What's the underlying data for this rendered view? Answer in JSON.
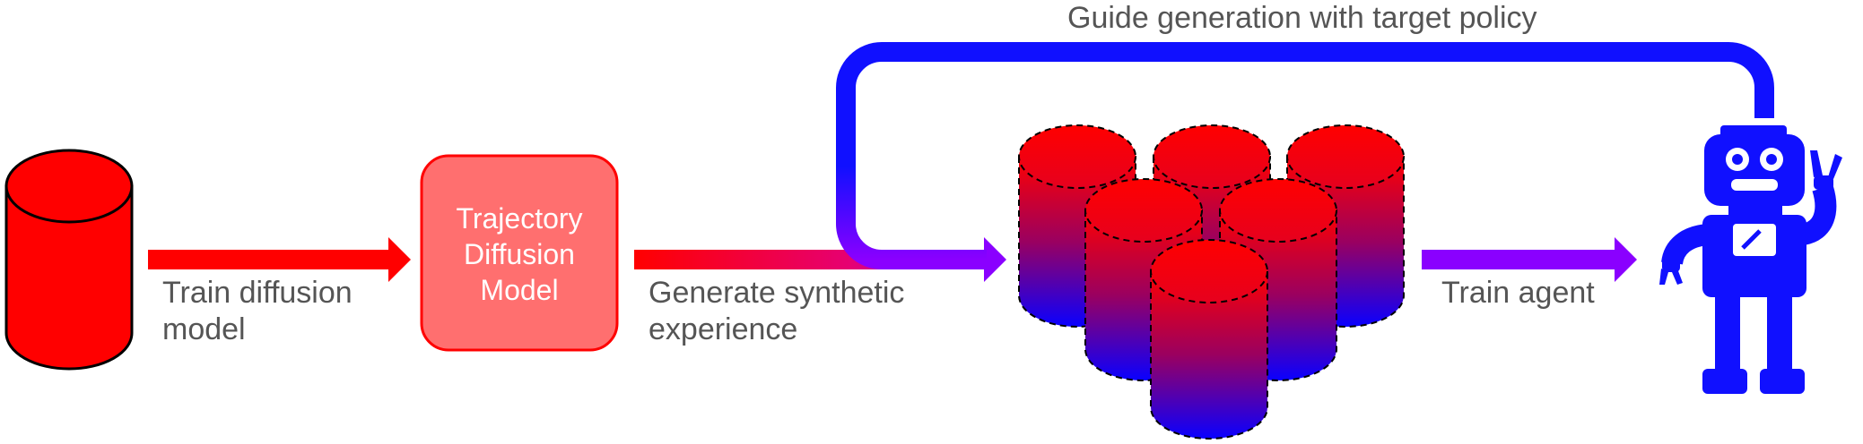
{
  "diagram": {
    "model_box": {
      "line1": "Trajectory",
      "line2": "Diffusion",
      "line3": "Model"
    },
    "labels": {
      "train_diffusion_line1": "Train diffusion",
      "train_diffusion_line2": "model",
      "generate_line1": "Generate synthetic",
      "generate_line2": "experience",
      "train_agent": "Train agent",
      "guide": "Guide generation with target policy"
    },
    "colors": {
      "red": "#ff0000",
      "model_box_fill": "#ff6f6f",
      "blue": "#1010ff",
      "purple": "#8a00ff",
      "label_text": "#555555"
    },
    "icons": [
      "dataset-cylinder-icon",
      "synthetic-dataset-cylinder-icon",
      "robot-agent-icon"
    ]
  }
}
